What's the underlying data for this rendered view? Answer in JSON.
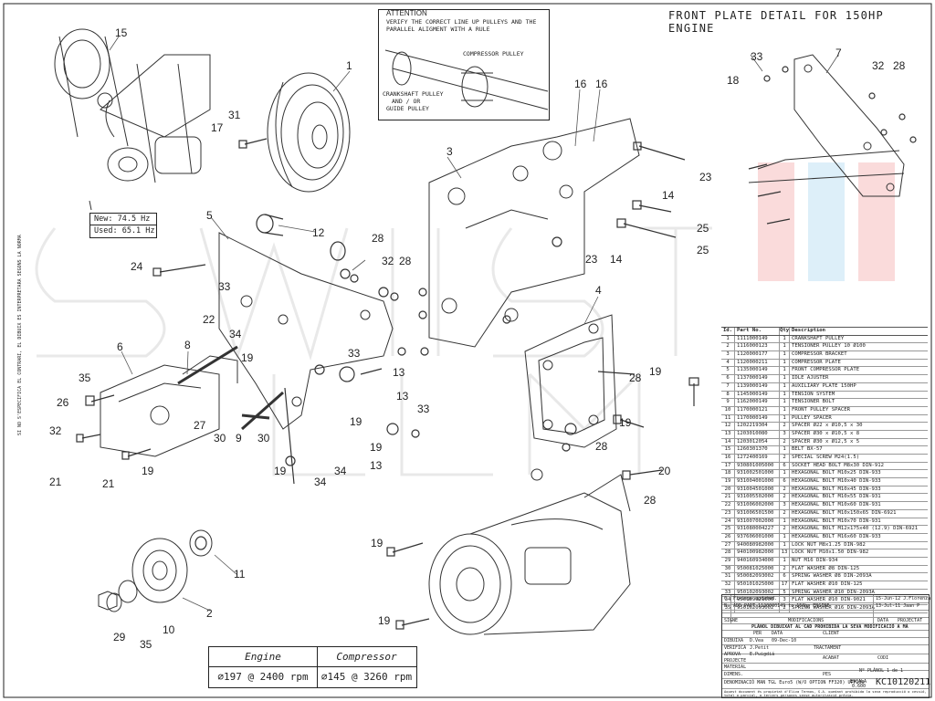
{
  "title": "FRONT PLATE DETAIL FOR 150HP ENGINE",
  "attention": {
    "header": "ATTENTION",
    "lines": [
      "VERIFY THE CORRECT LINE UP PULLEYS AND THE",
      "PARALLEL ALIGMENT WITH A RULE"
    ],
    "compressor_label": "COMPRESSOR PULLEY",
    "crank_label_lines": [
      "CRANKSHAFT PULLEY",
      "AND / OR",
      "GUIDE PULLEY"
    ]
  },
  "frequency": {
    "new": "New: 74.5 Hz",
    "used": "Used: 65.1 Hz"
  },
  "side_note": "SI NO S'ESPECIFICA EL CONTRARI, EL DIBUIX ES INTERPRETARA SEGONS LA NORMA",
  "performance": {
    "headers": [
      "Engine",
      "Compressor"
    ],
    "values": [
      "∅197 @ 2400 rpm",
      "∅145 @ 3260 rpm"
    ]
  },
  "bom": {
    "headers": [
      "Id.",
      "Part No.",
      "Qty.",
      "Description"
    ],
    "rows": [
      [
        "1",
        "1111000149",
        "1",
        "CRANKSHAFT PULLEY"
      ],
      [
        "2",
        "1116000123",
        "1",
        "TENSIONER PULLEY 10 Ø100"
      ],
      [
        "3",
        "1120000177",
        "1",
        "COMPRESSOR BRACKET"
      ],
      [
        "4",
        "1120000211",
        "1",
        "COMPRESSOR PLATE"
      ],
      [
        "5",
        "1135000149",
        "1",
        "FRONT COMPRESSOR PLATE"
      ],
      [
        "6",
        "1137000149",
        "1",
        "IDLE AJUSTER"
      ],
      [
        "7",
        "1139000149",
        "1",
        "AUXILIARY PLATE 150HP"
      ],
      [
        "8",
        "1145000149",
        "1",
        "TENSION SYSTEM"
      ],
      [
        "9",
        "1162000149",
        "1",
        "TENSIONER BOLT"
      ],
      [
        "10",
        "1170000121",
        "1",
        "FRONT PULLEY SPACER"
      ],
      [
        "11",
        "1170000149",
        "1",
        "PULLEY SPACER"
      ],
      [
        "12",
        "1202219304",
        "2",
        "SPACER Ø22 x Ø10,5 x 30"
      ],
      [
        "13",
        "1203010080",
        "3",
        "SPACER Ø30 x Ø10,5 x 8"
      ],
      [
        "14",
        "1203012054",
        "2",
        "SPACER Ø30 x Ø12,5 x 5"
      ],
      [
        "15",
        "1260301370",
        "1",
        "BELT BX-57"
      ],
      [
        "16",
        "1272400169",
        "2",
        "SPECIAL SCREW M24(1.5)"
      ],
      [
        "17",
        "930801005000",
        "6",
        "SOCKET HEAD BOLT M8x30 DIN-912"
      ],
      [
        "18",
        "931002501000",
        "1",
        "HEXAGONAL BOLT M10x25 DIN-933"
      ],
      [
        "19",
        "931004001000",
        "6",
        "HEXAGONAL BOLT M10x40 DIN-933"
      ],
      [
        "20",
        "931004501000",
        "2",
        "HEXAGONAL BOLT M10x45 DIN-933"
      ],
      [
        "21",
        "931005502000",
        "2",
        "HEXAGONAL BOLT M10x55 DIN-931"
      ],
      [
        "22",
        "931006002000",
        "3",
        "HEXAGONAL BOLT M10x60 DIN-931"
      ],
      [
        "23",
        "931006501500",
        "2",
        "HEXAGONAL BOLT M10x150x65 DIN-6921"
      ],
      [
        "24",
        "931007002000",
        "1",
        "HEXAGONAL BOLT M10x70 DIN-931"
      ],
      [
        "25",
        "931080004227",
        "2",
        "HEXAGONAL BOLT M12x175x40 (12.9) DIN-6921"
      ],
      [
        "26",
        "937606001000",
        "1",
        "HEXAGONAL BOLT M16x60 DIN-933"
      ],
      [
        "27",
        "940080982000",
        "1",
        "LOCK NUT M8x1.25 DIN-982"
      ],
      [
        "28",
        "940100982000",
        "13",
        "LOCK NUT M10x1.50 DIN-982"
      ],
      [
        "29",
        "940160934000",
        "1",
        "NUT M16 DIN-934"
      ],
      [
        "30",
        "950081025000",
        "2",
        "FLAT WASHER Ø8 DIN-125"
      ],
      [
        "31",
        "950082093002",
        "6",
        "SPRING WASHER Ø8 DIN-2093A"
      ],
      [
        "32",
        "950101025000",
        "17",
        "FLAT WASHER Ø10 DIN-125"
      ],
      [
        "33",
        "950102093002",
        "5",
        "SPRING WASHER Ø10 DIN-2093A"
      ],
      [
        "34",
        "950109021000",
        "3",
        "FLAT WASHER Ø10 DIN-9021"
      ],
      [
        "35",
        "950162093002",
        "2",
        "SPRING WASHER Ø16 DIN-2093A"
      ]
    ]
  },
  "title_block": {
    "rev_c": "C",
    "rev_c_text": "Fixings updated.",
    "rev_b": "B",
    "rev_b_text": "ADD PART 1120000149 to 150hp ENGINE",
    "rev_a_date": "15-Jun-12 J.Florenza",
    "rev_b_date": "13-Jul-11  Jaan P",
    "modificacions": "MODIFICACIONS",
    "signe": "SIGNE",
    "data": "DATA",
    "projectat": "PROJECTAT",
    "prohibition": "PLÀNOL DIBUIXAT AL CAD PROHIBIDA LA SEVA MODIFICACIÓ A MÀ",
    "dibuixa": "DIBUIXA",
    "dibuixa_who": "D.Vea",
    "dibuixa_date": "09-Dec-10",
    "verifica": "VERIFICA",
    "verifica_who": "J.Petit",
    "aprova": "APROVA",
    "aprova_who": "E.Puigdiá",
    "per": "PER",
    "client": "CLIENT",
    "tractament": "TRACTAMENT",
    "projecte": "PROJECTE",
    "acabat": "ACABAT",
    "codi": "CODI",
    "material": "MATERIAL",
    "dimens": "DIMENS.",
    "pes": "PES",
    "plane_no": "Nº PLÀNOL",
    "sheet": "1 de 1",
    "escala": "ESCALA",
    "scale": "0.600",
    "denominacio": "DENOMINACIÓ  MAN TGL Euro5 (W/O OPTION FF320) UPF200",
    "code": "KC10120211",
    "footer": "Aquest document és propietat d'Eliva Termos, S.A. quedant prohibida la seva reproducció o cessió, total o parcial, a tercers persones sense autorització prèvia."
  },
  "callouts": [
    "1",
    "2",
    "3",
    "4",
    "5",
    "6",
    "7",
    "8",
    "9",
    "10",
    "11",
    "12",
    "13",
    "14",
    "15",
    "16",
    "17",
    "18",
    "19",
    "20",
    "21",
    "22",
    "23",
    "24",
    "25",
    "26",
    "27",
    "28",
    "29",
    "30",
    "31",
    "32",
    "33",
    "34",
    "35"
  ]
}
